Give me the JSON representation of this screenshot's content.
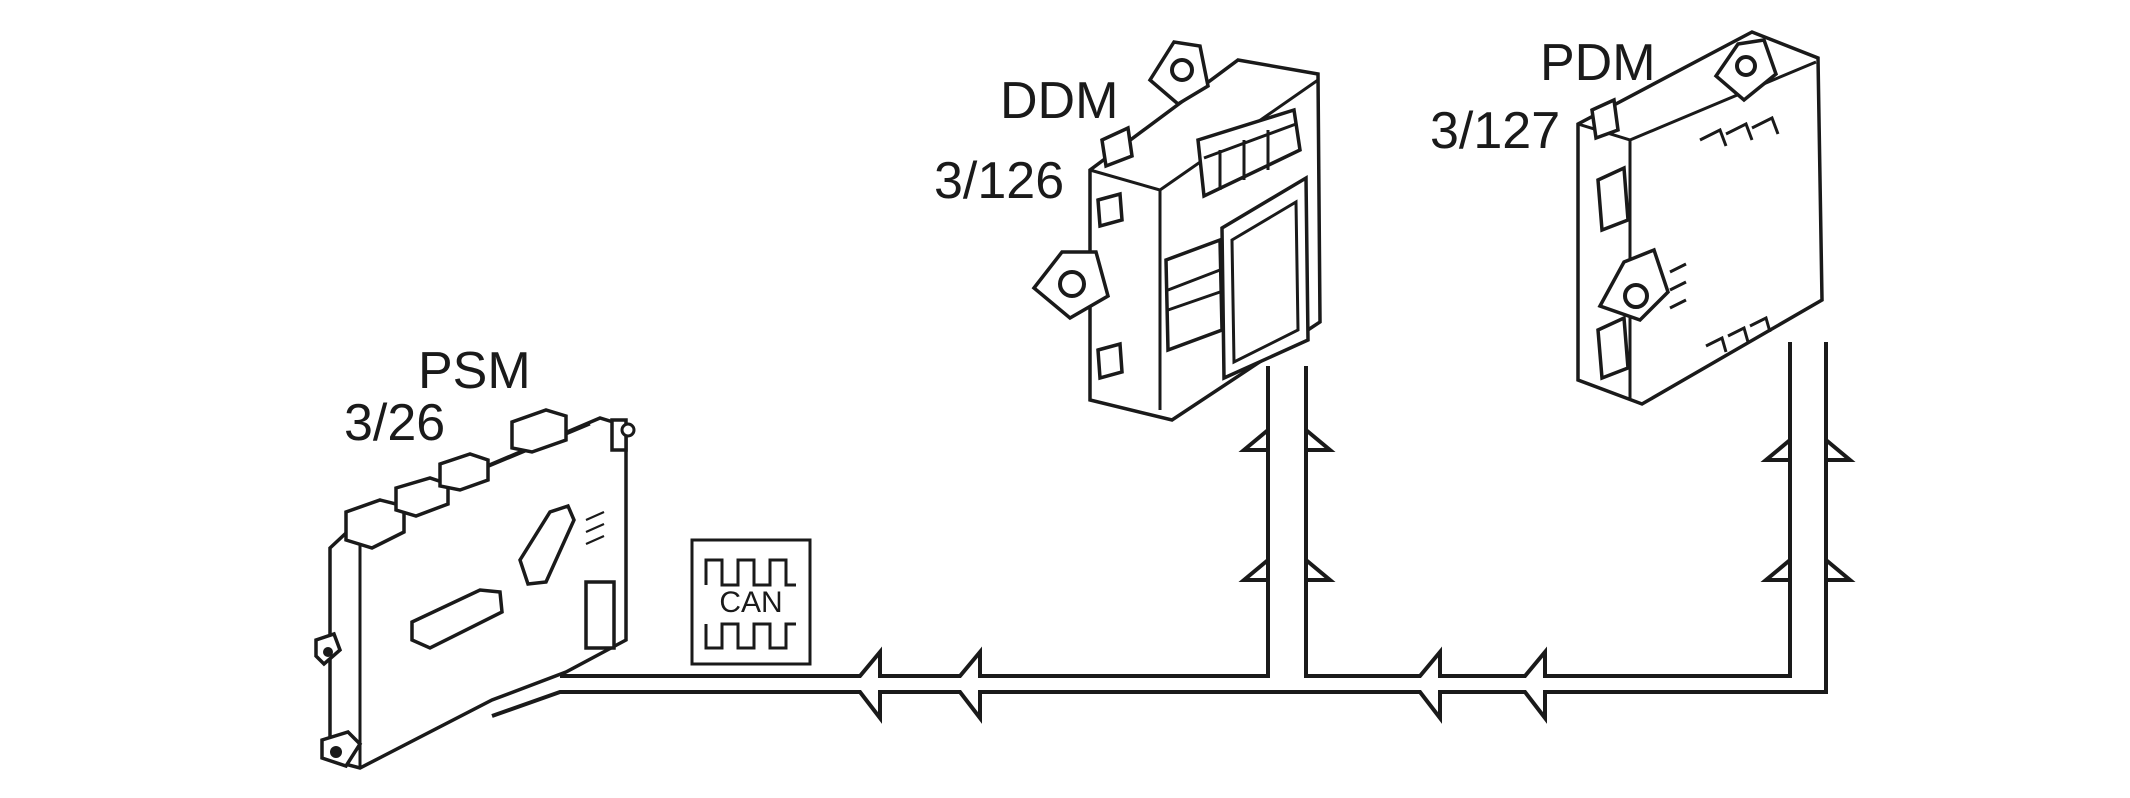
{
  "modules": {
    "psm": {
      "name": "PSM",
      "ref": "3/26"
    },
    "ddm": {
      "name": "DDM",
      "ref": "3/126"
    },
    "pdm": {
      "name": "PDM",
      "ref": "3/127"
    }
  },
  "bus": {
    "label": "CAN"
  },
  "colors": {
    "line": "#1a1a1a",
    "background": "#ffffff"
  }
}
